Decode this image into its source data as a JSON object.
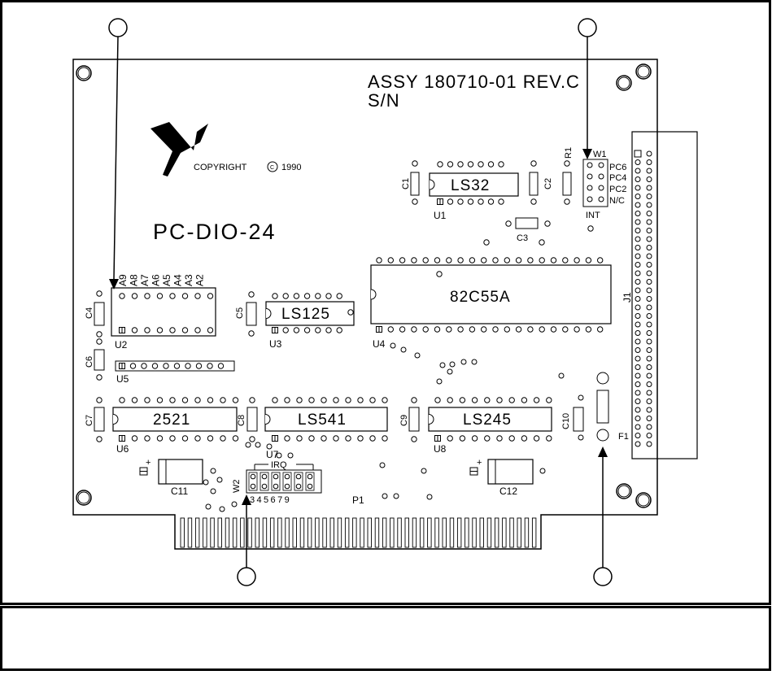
{
  "board": {
    "assy": "ASSY 180710-01 REV.C",
    "sn": "S/N",
    "copyright": "COPYRIGHT",
    "year": "1990",
    "model": "PC-DIO-24"
  },
  "chips": {
    "u1": {
      "label": "LS32",
      "ref": "U1"
    },
    "u2": {
      "ref": "U2"
    },
    "u3": {
      "label": "LS125",
      "ref": "U3"
    },
    "u4": {
      "label": "82C55A",
      "ref": "U4"
    },
    "u5": {
      "ref": "U5"
    },
    "u6": {
      "label": "2521",
      "ref": "U6"
    },
    "u7": {
      "label": "LS541",
      "ref": "U7"
    },
    "u8": {
      "label": "LS245",
      "ref": "U8"
    }
  },
  "capacitors": {
    "c1": "C1",
    "c2": "C2",
    "c3": "C3",
    "c4": "C4",
    "c5": "C5",
    "c6": "C6",
    "c7": "C7",
    "c8": "C8",
    "c9": "C9",
    "c10": "C10",
    "c11": "C11",
    "c12": "C12"
  },
  "address_labels": [
    "A9",
    "A8",
    "A7",
    "A6",
    "A5",
    "A4",
    "A3",
    "A2"
  ],
  "jumpers": {
    "w1": "W1",
    "w1_labels": [
      "PC6",
      "PC4",
      "PC2",
      "N/C"
    ],
    "w1_int": "INT",
    "w2": "W2",
    "w2_title": "IRQ",
    "w2_numbers": "345679"
  },
  "misc": {
    "r1": "R1",
    "f1": "F1",
    "p1": "P1",
    "j1": "J1"
  },
  "caption": ""
}
